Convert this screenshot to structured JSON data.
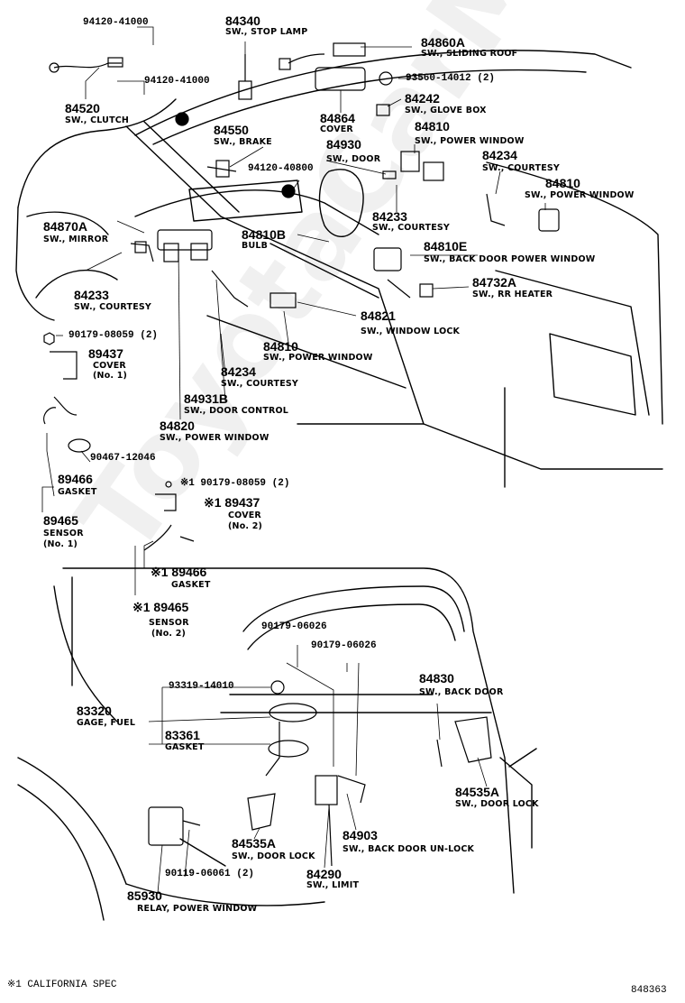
{
  "parts": {
    "p94120_41000_top": {
      "num": "94120-41000"
    },
    "p84340": {
      "num": "84340",
      "desc": "SW., STOP LAMP"
    },
    "p84860A": {
      "num": "84860A",
      "desc": "SW., SLIDING ROOF"
    },
    "p93560": {
      "num": "93560-14012 (2)"
    },
    "p94120_41000_mid": {
      "num": "94120-41000"
    },
    "p84520": {
      "num": "84520",
      "desc": "SW., CLUTCH"
    },
    "p84242": {
      "num": "84242",
      "desc": "SW., GLOVE BOX"
    },
    "p84864": {
      "num": "84864",
      "desc": "COVER"
    },
    "p84550": {
      "num": "84550",
      "desc": "SW., BRAKE"
    },
    "p84930": {
      "num": "84930",
      "desc": "SW., DOOR"
    },
    "p84810_top": {
      "num": "84810",
      "desc": "SW., POWER WINDOW"
    },
    "p84234_right": {
      "num": "84234",
      "desc": "SW., COURTESY"
    },
    "p94120_40800": {
      "num": "94120-40800"
    },
    "p84810_right": {
      "num": "84810",
      "desc": "SW., POWER WINDOW"
    },
    "p84233_mid": {
      "num": "84233",
      "desc": "SW., COURTESY"
    },
    "p84870A": {
      "num": "84870A",
      "desc": "SW., MIRROR"
    },
    "p84810B": {
      "num": "84810B",
      "desc": "BULB"
    },
    "p84810E": {
      "num": "84810E",
      "desc": "SW., BACK DOOR POWER WINDOW"
    },
    "p84732A": {
      "num": "84732A",
      "desc": "SW., RR HEATER"
    },
    "p84233_left": {
      "num": "84233",
      "desc": "SW., COURTESY"
    },
    "p84821": {
      "num": "84821",
      "desc": "SW., WINDOW LOCK"
    },
    "p90179_08059_a": {
      "num": "90179-08059 (2)"
    },
    "p89437_1": {
      "num": "89437",
      "desc": "COVER",
      "desc2": "(No. 1)"
    },
    "p84810_mid": {
      "num": "84810",
      "desc": "SW., POWER WINDOW"
    },
    "p84234_mid": {
      "num": "84234",
      "desc": "SW., COURTESY"
    },
    "p84931B": {
      "num": "84931B",
      "desc": "SW., DOOR CONTROL"
    },
    "p84820": {
      "num": "84820",
      "desc": "SW., POWER WINDOW"
    },
    "p90467": {
      "num": "90467-12046"
    },
    "p89466_1": {
      "num": "89466",
      "desc": "GASKET"
    },
    "p90179_08059_b": {
      "num": "※1 90179-08059 (2)"
    },
    "p89437_2": {
      "num": "※1 89437",
      "desc": "COVER",
      "desc2": "(No. 2)"
    },
    "p89465_1": {
      "num": "89465",
      "desc": "SENSOR",
      "desc2": "(No. 1)"
    },
    "p89466_2": {
      "num": "※1 89466",
      "desc": "GASKET"
    },
    "p89465_2": {
      "num": "※1 89465",
      "desc": "SENSOR",
      "desc2": "(No. 2)"
    },
    "p90179_06026_a": {
      "num": "90179-06026"
    },
    "p90179_06026_b": {
      "num": "90179-06026"
    },
    "p84830": {
      "num": "84830",
      "desc": "SW., BACK DOOR"
    },
    "p93319": {
      "num": "93319-14010"
    },
    "p83320": {
      "num": "83320",
      "desc": "GAGE, FUEL"
    },
    "p83361": {
      "num": "83361",
      "desc": "GASKET"
    },
    "p84535A_right": {
      "num": "84535A",
      "desc": "SW., DOOR LOCK"
    },
    "p84535A_left": {
      "num": "84535A",
      "desc": "SW., DOOR LOCK"
    },
    "p84903": {
      "num": "84903",
      "desc": "SW., BACK DOOR UN-LOCK"
    },
    "p90119": {
      "num": "90119-06061 (2)"
    },
    "p84290": {
      "num": "84290",
      "desc": "SW., LIMIT"
    },
    "p85930": {
      "num": "85930",
      "desc": "RELAY, POWER WINDOW"
    }
  },
  "footer": {
    "note": "※1  CALIFORNIA SPEC",
    "diagram_id": "848363"
  },
  "watermark": "ToyotaCarMe.ru",
  "colors": {
    "ink": "#000000",
    "paper": "#ffffff",
    "watermark": "#e8e8e8"
  }
}
